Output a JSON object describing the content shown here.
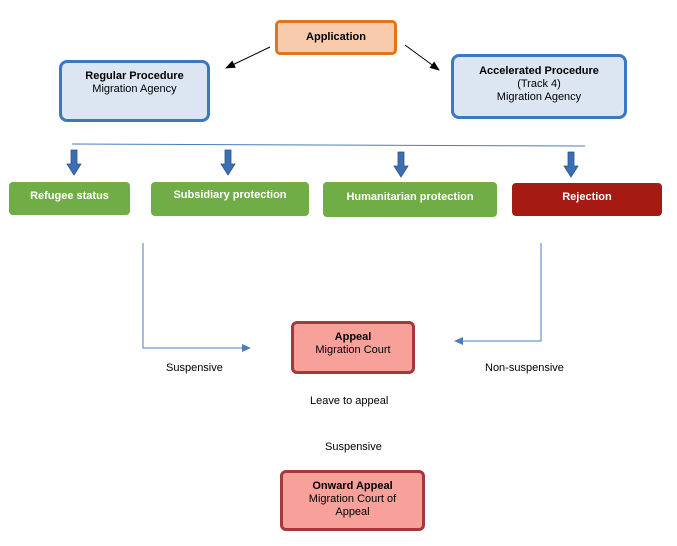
{
  "nodes": {
    "application": {
      "title": "Application"
    },
    "regular": {
      "title": "Regular Procedure",
      "subtitle": "Migration Agency"
    },
    "accelerated": {
      "title": "Accelerated Procedure",
      "line2": "(Track 4)",
      "line3": "Migration Agency"
    },
    "refugee": {
      "label": "Refugee status"
    },
    "subsidiary": {
      "label": "Subsidiary protection"
    },
    "humanitarian": {
      "label": "Humanitarian protection"
    },
    "rejection": {
      "label": "Rejection"
    },
    "appeal": {
      "title": "Appeal",
      "subtitle": "Migration Court"
    },
    "onward": {
      "title": "Onward Appeal",
      "line2": "Migration Court of",
      "line3": "Appeal"
    }
  },
  "labels": {
    "suspensive_left": "Suspensive",
    "non_suspensive": "Non-suspensive",
    "leave_to_appeal": "Leave to appeal",
    "suspensive_center": "Suspensive"
  },
  "colors": {
    "application_fill": "#f9cbad",
    "application_border": "#e2741c",
    "procedure_fill": "#dce6f2",
    "procedure_border": "#3b78bd",
    "outcome_green": "#71ad47",
    "rejection_red": "#a61a14",
    "appeal_fill": "#f8a09a",
    "appeal_border": "#a3393b",
    "arrow_blue": "#3b6fb0"
  }
}
